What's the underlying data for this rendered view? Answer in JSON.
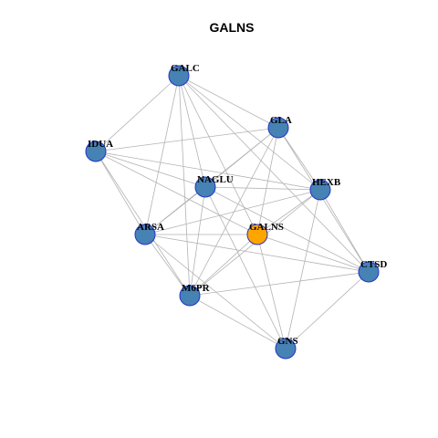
{
  "title": "GALNS",
  "colors": {
    "node_default": "#4682b4",
    "node_focus": "#ffa500",
    "node_border": "#2233cc",
    "edge": "#b3b3b3"
  },
  "focus_node": "GALNS",
  "nodes": [
    "GALC",
    "GLA",
    "IDUA",
    "NAGLU",
    "HEXB",
    "ARSA",
    "GALNS",
    "CTSD",
    "M6PR",
    "GNS"
  ],
  "edges": [
    [
      "GALC",
      "GLA"
    ],
    [
      "GALC",
      "IDUA"
    ],
    [
      "GALC",
      "NAGLU"
    ],
    [
      "GALC",
      "HEXB"
    ],
    [
      "GALC",
      "ARSA"
    ],
    [
      "GALC",
      "GALNS"
    ],
    [
      "GALC",
      "M6PR"
    ],
    [
      "GALC",
      "CTSD"
    ],
    [
      "GLA",
      "IDUA"
    ],
    [
      "GLA",
      "NAGLU"
    ],
    [
      "GLA",
      "HEXB"
    ],
    [
      "GLA",
      "ARSA"
    ],
    [
      "GLA",
      "GALNS"
    ],
    [
      "GLA",
      "M6PR"
    ],
    [
      "GLA",
      "CTSD"
    ],
    [
      "IDUA",
      "NAGLU"
    ],
    [
      "IDUA",
      "HEXB"
    ],
    [
      "IDUA",
      "ARSA"
    ],
    [
      "IDUA",
      "GALNS"
    ],
    [
      "IDUA",
      "M6PR"
    ],
    [
      "NAGLU",
      "HEXB"
    ],
    [
      "NAGLU",
      "ARSA"
    ],
    [
      "NAGLU",
      "M6PR"
    ],
    [
      "NAGLU",
      "GNS"
    ],
    [
      "NAGLU",
      "CTSD"
    ],
    [
      "HEXB",
      "ARSA"
    ],
    [
      "HEXB",
      "GALNS"
    ],
    [
      "HEXB",
      "M6PR"
    ],
    [
      "HEXB",
      "CTSD"
    ],
    [
      "HEXB",
      "GNS"
    ],
    [
      "ARSA",
      "GALNS"
    ],
    [
      "ARSA",
      "M6PR"
    ],
    [
      "ARSA",
      "CTSD"
    ],
    [
      "ARSA",
      "GNS"
    ],
    [
      "GALNS",
      "M6PR"
    ],
    [
      "GALNS",
      "GNS"
    ],
    [
      "GALNS",
      "CTSD"
    ],
    [
      "M6PR",
      "CTSD"
    ],
    [
      "M6PR",
      "GNS"
    ],
    [
      "CTSD",
      "GNS"
    ]
  ]
}
